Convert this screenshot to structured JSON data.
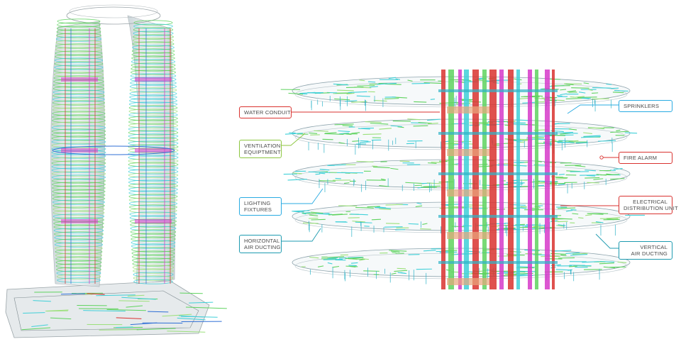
{
  "colors": {
    "red": "#d9322f",
    "green": "#8cc63f",
    "cyan": "#29abe2",
    "teal": "#1e9bb0",
    "magenta": "#d63ac9",
    "pipe_green": "#5fd35f",
    "pipe_cyan": "#3fd0d8"
  },
  "callouts": {
    "water_conduit": {
      "lines": [
        "WATER CONDUIT"
      ],
      "color": "red"
    },
    "ventilation_equipment": {
      "lines": [
        "VENTILATION",
        "EQUIPTMENT"
      ],
      "color": "green"
    },
    "lighting_fixtures": {
      "lines": [
        "LIGHTING",
        "FIXTURES"
      ],
      "color": "cyan"
    },
    "horizontal_air_ducting": {
      "lines": [
        "HORIZONTAL",
        "AIR DUCTING"
      ],
      "color": "teal"
    },
    "sprinklers": {
      "lines": [
        "SPRINKLERS"
      ],
      "color": "cyan"
    },
    "fire_alarm": {
      "lines": [
        "FIRE ALARM"
      ],
      "color": "red"
    },
    "electrical_distribution_unit": {
      "lines": [
        "ELECTRICAL",
        "DISTRIBUTION UNIT"
      ],
      "color": "red"
    },
    "vertical_air_ducting": {
      "lines": [
        "VERTICAL",
        "AIR DUCTING"
      ],
      "color": "teal"
    }
  }
}
